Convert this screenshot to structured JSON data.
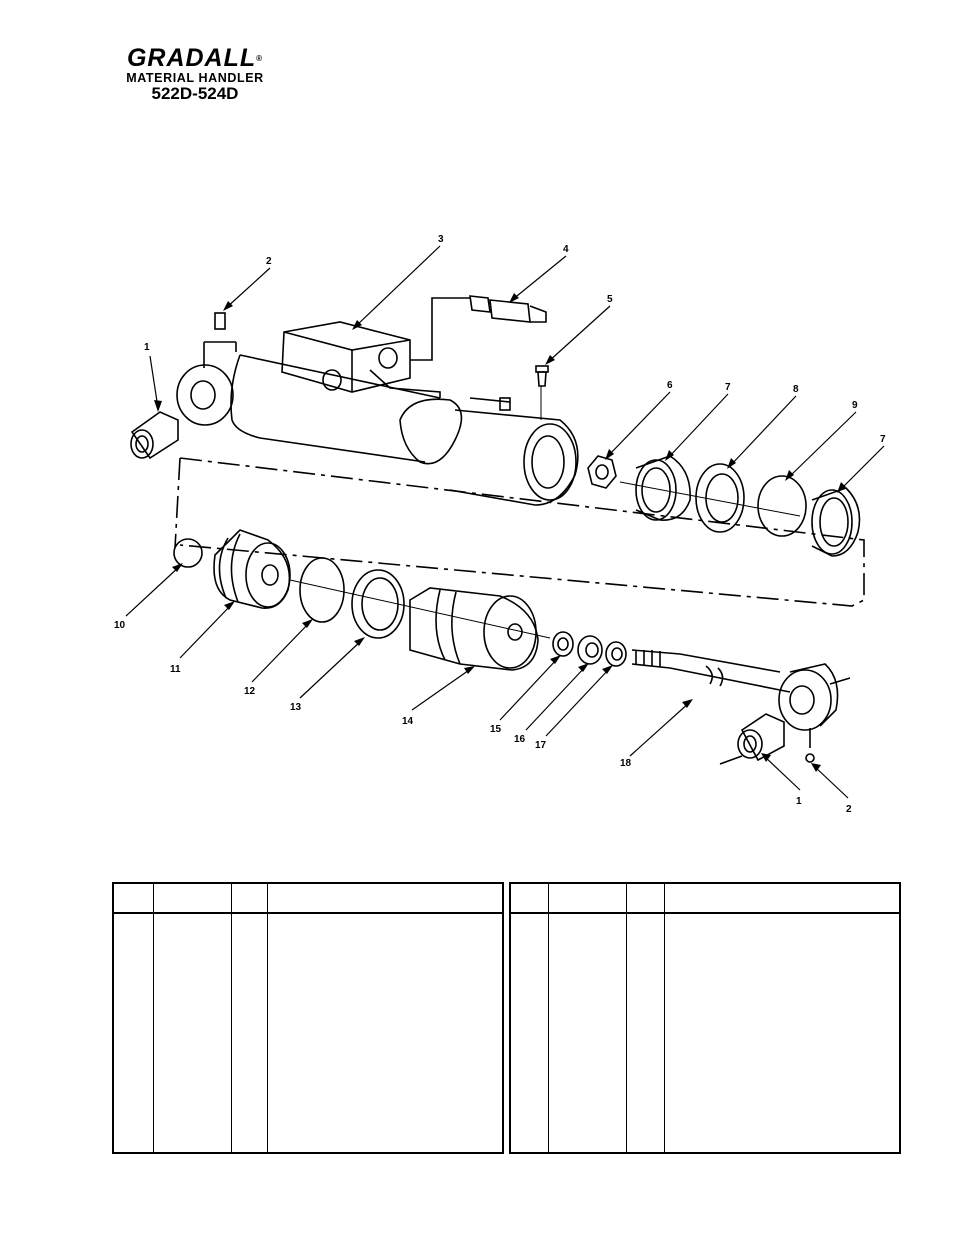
{
  "header": {
    "brand": "GRADALL",
    "brand_mark": "®",
    "subtitle": "MATERIAL HANDLER",
    "model": "522D-524D"
  },
  "callouts": [
    "1",
    "2",
    "3",
    "4",
    "5",
    "6",
    "7",
    "8",
    "9",
    "7",
    "10",
    "11",
    "12",
    "13",
    "14",
    "15",
    "16",
    "17",
    "18",
    "1",
    "2"
  ],
  "tables": {
    "left_columns": [
      "",
      "",
      "",
      ""
    ],
    "right_columns": [
      "",
      "",
      "",
      ""
    ]
  }
}
